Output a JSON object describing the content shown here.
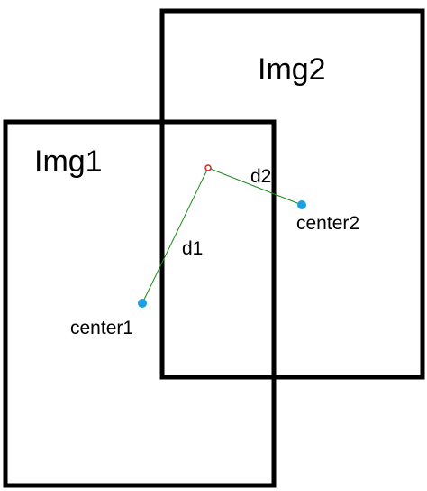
{
  "labels": {
    "img1": "Img1",
    "img2": "Img2",
    "center1": "center1",
    "center2": "center2",
    "d1": "d1",
    "d2": "d2"
  },
  "colors": {
    "box_stroke": "#000000",
    "connector_line": "#1a8a1a",
    "center_dot": "#1aa0e0",
    "point_marker": "#e02020"
  }
}
